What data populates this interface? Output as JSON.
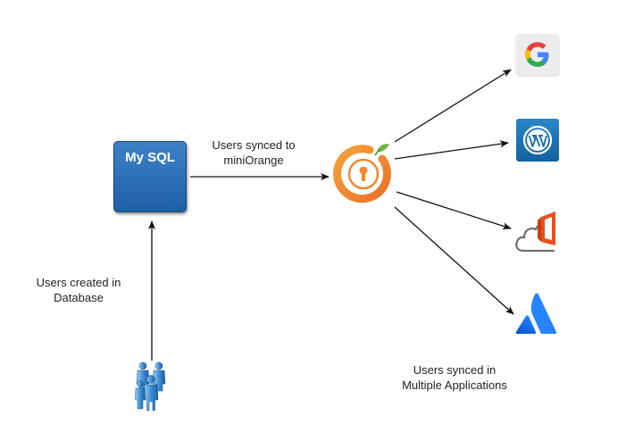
{
  "nodes": {
    "mysql": {
      "label": "My SQL"
    },
    "hub": {
      "icon": "miniorange-logo-icon"
    },
    "users": {
      "icon": "users-group-icon"
    },
    "apps": [
      {
        "icon": "google-icon"
      },
      {
        "icon": "wordpress-icon"
      },
      {
        "icon": "office365-cloud-icon"
      },
      {
        "icon": "atlassian-icon"
      }
    ]
  },
  "labels": {
    "created": [
      "Users created in",
      "Database"
    ],
    "synced_mini": [
      "Users synced to",
      "miniOrange"
    ],
    "synced_multi": [
      "Users synced in",
      "Multiple Applications"
    ]
  },
  "colors": {
    "mysql_fill": "#2a6fb8",
    "orange": "#f0892a",
    "google_blue": "#4285f4",
    "google_red": "#ea4335",
    "google_yellow": "#fbbc05",
    "google_green": "#34a853",
    "wordpress_blue": "#1b6fb0",
    "office_red": "#e8501c",
    "atlassian_blue": "#2684ff",
    "arrow": "#111111"
  }
}
